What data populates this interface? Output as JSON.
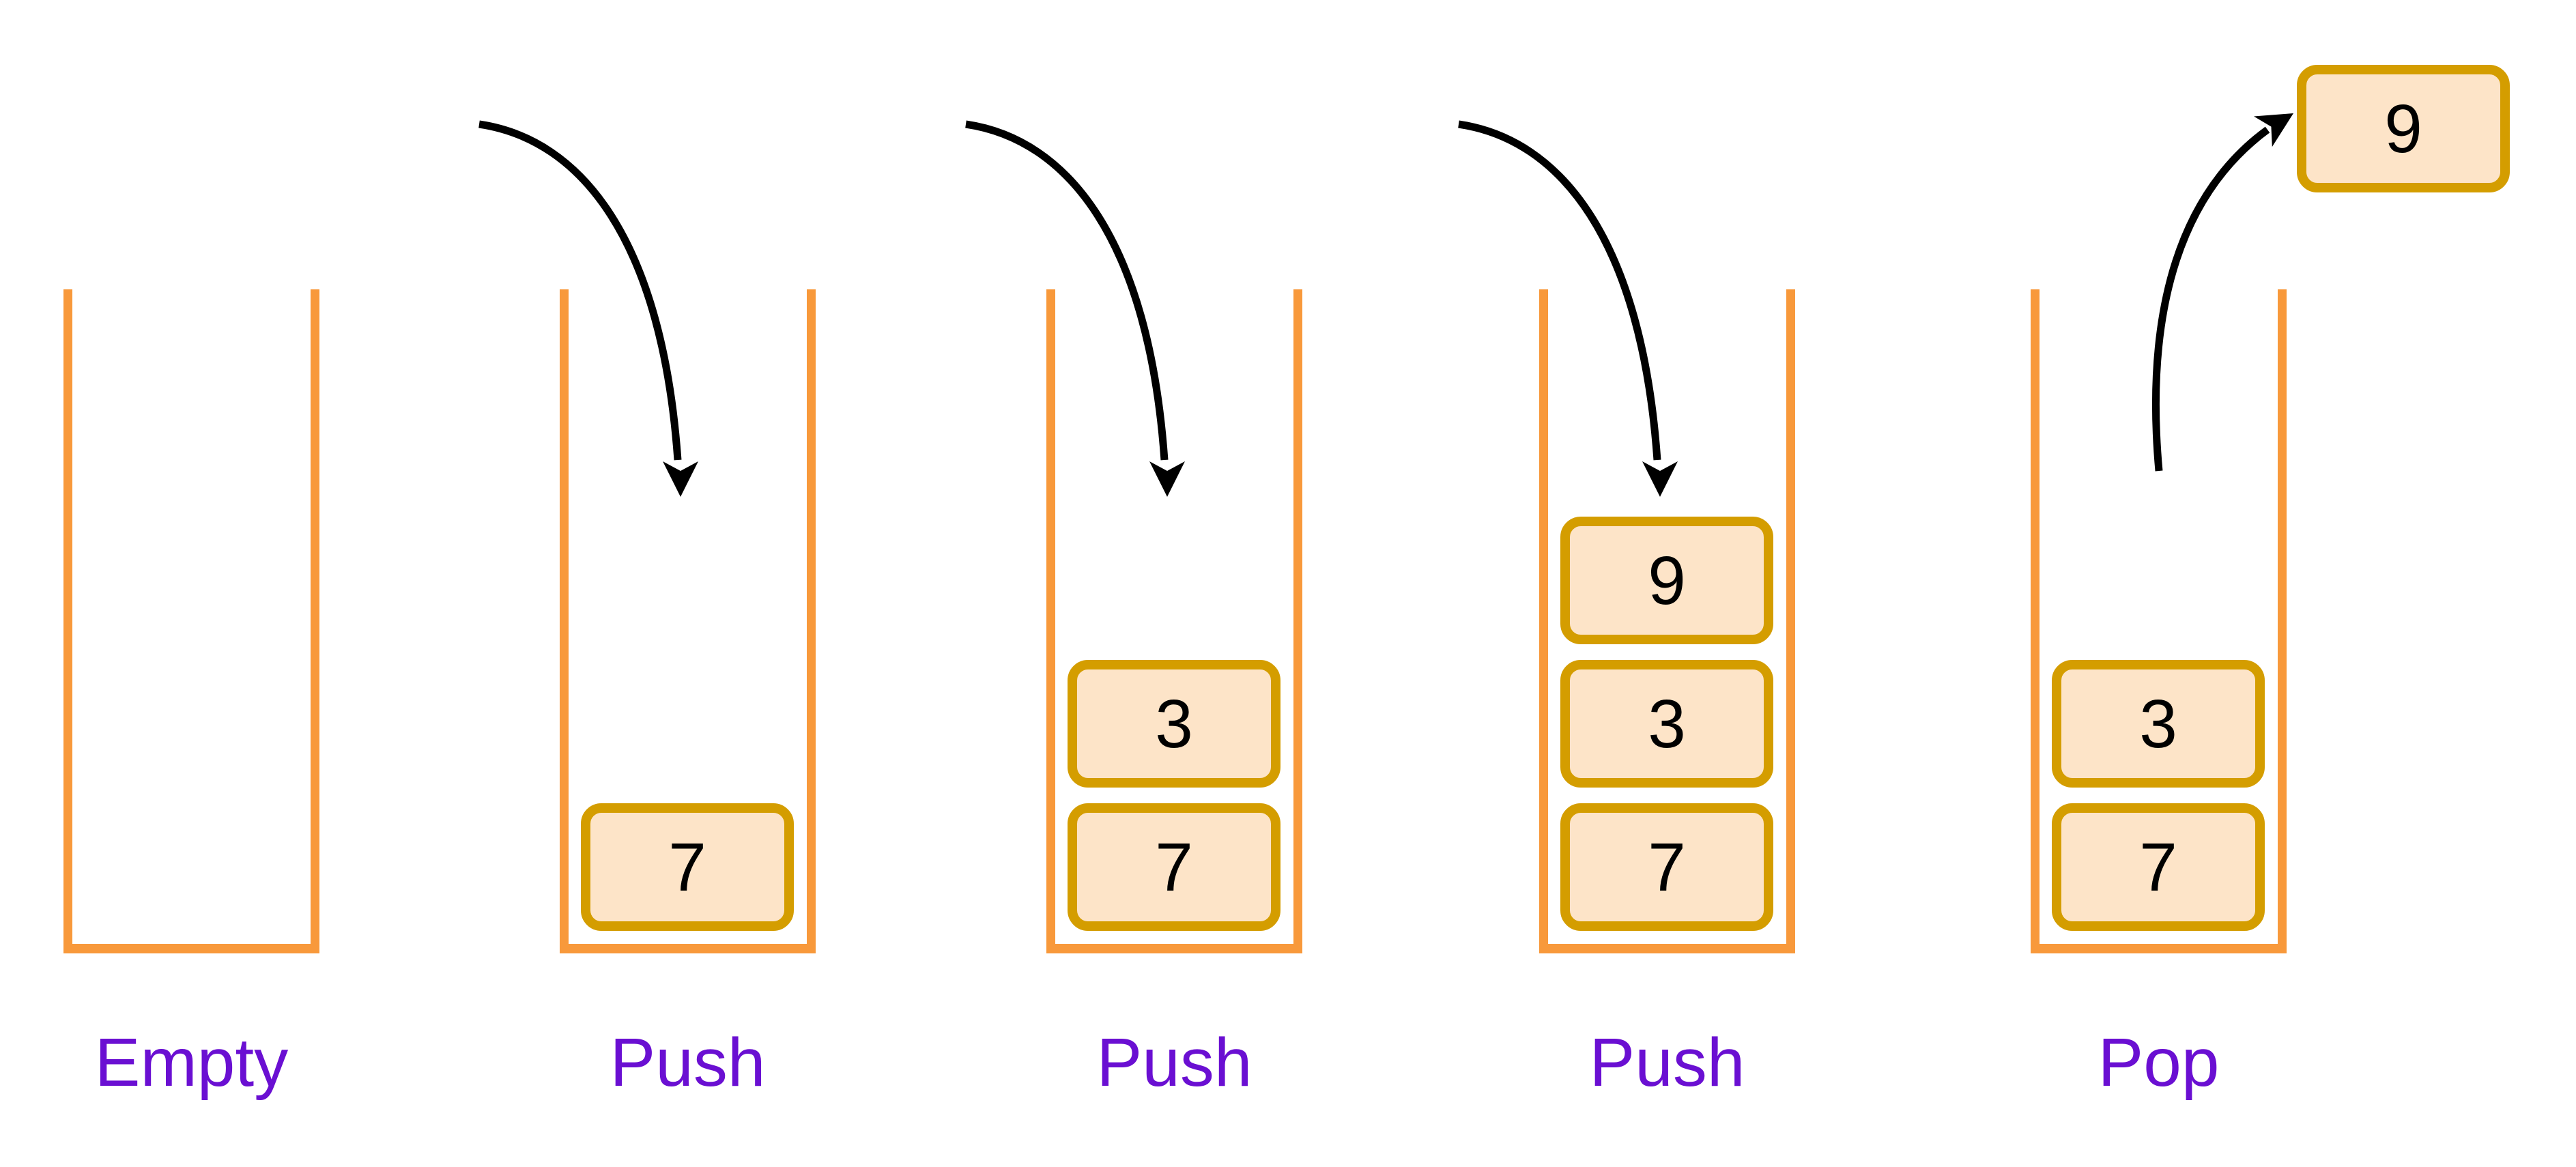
{
  "colors": {
    "background": "#FFFFFF",
    "container_orange": "#F8993B",
    "box_border_gold": "#D49D00",
    "box_fill_peach": "#FDE4C8",
    "label_purple": "#6A0FD2",
    "arrow_black": "#000000",
    "digit_black": "#000000"
  },
  "panels": [
    {
      "label": "Empty",
      "boxes": [],
      "arrow": "none"
    },
    {
      "label": "Push",
      "boxes": [
        "7"
      ],
      "arrow": "push-down-arrow",
      "pushed_value": "7"
    },
    {
      "label": "Push",
      "boxes": [
        "7",
        "3"
      ],
      "arrow": "push-down-arrow",
      "pushed_value": "3"
    },
    {
      "label": "Push",
      "boxes": [
        "7",
        "3",
        "9"
      ],
      "arrow": "push-down-arrow",
      "pushed_value": "9"
    },
    {
      "label": "Pop",
      "boxes": [
        "7",
        "3"
      ],
      "arrow": "pop-up-arrow",
      "floating_box": "9",
      "popped_value": "9"
    }
  ]
}
